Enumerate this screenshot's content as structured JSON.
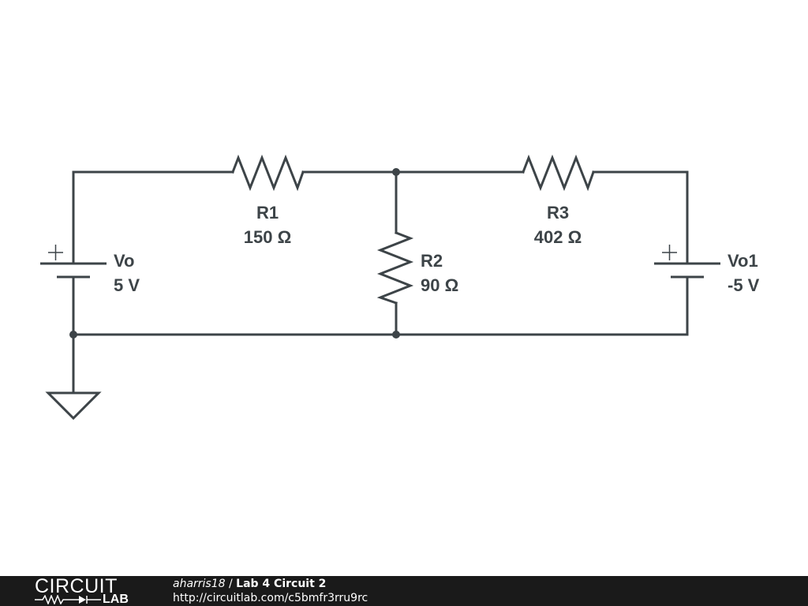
{
  "schematic": {
    "components": {
      "vo": {
        "name": "Vo",
        "value": "5 V",
        "polarity": "+"
      },
      "r1": {
        "name": "R1",
        "value": "150 Ω"
      },
      "r2": {
        "name": "R2",
        "value": "90 Ω"
      },
      "r3": {
        "name": "R3",
        "value": "402 Ω"
      },
      "vo1": {
        "name": "Vo1",
        "value": "-5 V",
        "polarity": "+"
      }
    },
    "colors": {
      "wire": "#3d4448",
      "background": "#ffffff"
    }
  },
  "footer": {
    "brand_top": "CIRCUIT",
    "brand_bottom": "LAB",
    "author": "aharris18",
    "separator": " / ",
    "circuit_name": "Lab 4 Circuit 2",
    "url": "http://circuitlab.com/c5bmfr3rru9rc",
    "colors": {
      "bar": "#1a1a1a",
      "text": "#ffffff"
    }
  }
}
